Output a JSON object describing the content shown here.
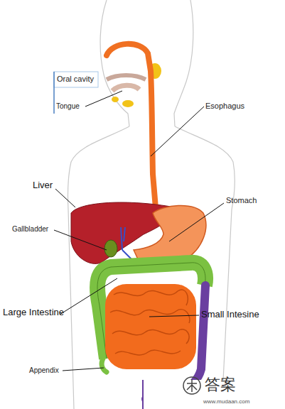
{
  "diagram": {
    "labels": [
      "Oral cavity",
      "Tongue",
      "Esophagus",
      "Liver",
      "Stomach",
      "Gallbladder",
      "Large Intestine",
      "Small Intesine",
      "Appendix",
      "答案",
      "www.mudaan.com"
    ]
  }
}
